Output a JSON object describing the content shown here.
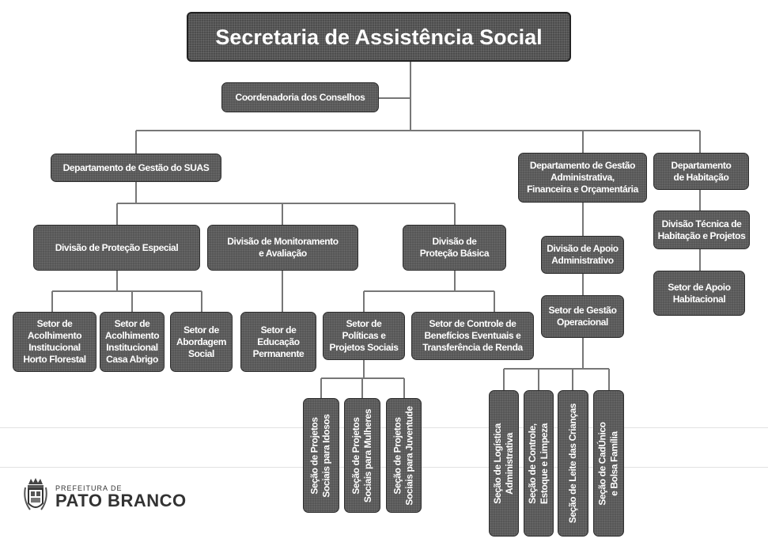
{
  "title": "Secretaria de Assistência Social",
  "coordenadoria": "Coordenadoria dos Conselhos",
  "departamentos": {
    "suas": "Departamento de Gestão do SUAS",
    "gafo": "Departamento de Gestão\nAdministrativa,\nFinanceira e Orçamentária",
    "habitacao": "Departamento\nde Habitação"
  },
  "divisoes": {
    "protecao_especial": "Divisão de Proteção Especial",
    "monitoramento": "Divisão de Monitoramento\ne Avaliação",
    "protecao_basica": "Divisão de\nProteção Básica",
    "apoio_administrativo": "Divisão de Apoio\nAdministrativo",
    "tecnica_habitacao": "Divisão Técnica de\nHabitação e Projetos"
  },
  "setores": {
    "acolhimento_horto": "Setor de\nAcolhimento\nInstitucional\nHorto Florestal",
    "acolhimento_casa": "Setor de\nAcolhimento\nInstitucional\nCasa Abrigo",
    "abordagem": "Setor de\nAbordagem\nSocial",
    "educacao": "Setor de\nEducação\nPermanente",
    "politicas": "Setor de\nPolíticas e\nProjetos Sociais",
    "beneficios": "Setor de Controle de\nBenefícios Eventuais e\nTransferência de Renda",
    "gestao_operacional": "Setor de Gestão\nOperacional",
    "apoio_habitacional": "Setor de Apoio\nHabitacional"
  },
  "secoes": {
    "idosos": "Seção de Projetos\nSociais para Idosos",
    "mulheres": "Seção de Projetos\nSociais para Mulheres",
    "juventude": "Seção de Projetos\nSociais para Juventude",
    "logistica": "Seção de Logística\nAdministrativa",
    "controle": "Seção de Controle,\nEstoque e Limpeza",
    "leite": "Seção de Leite das Crianças",
    "cadunico": "Seção de CadÚnico\ne Bolsa Família"
  },
  "logo": {
    "line1": "PREFEITURA DE",
    "line2": "PATO BRANCO"
  }
}
